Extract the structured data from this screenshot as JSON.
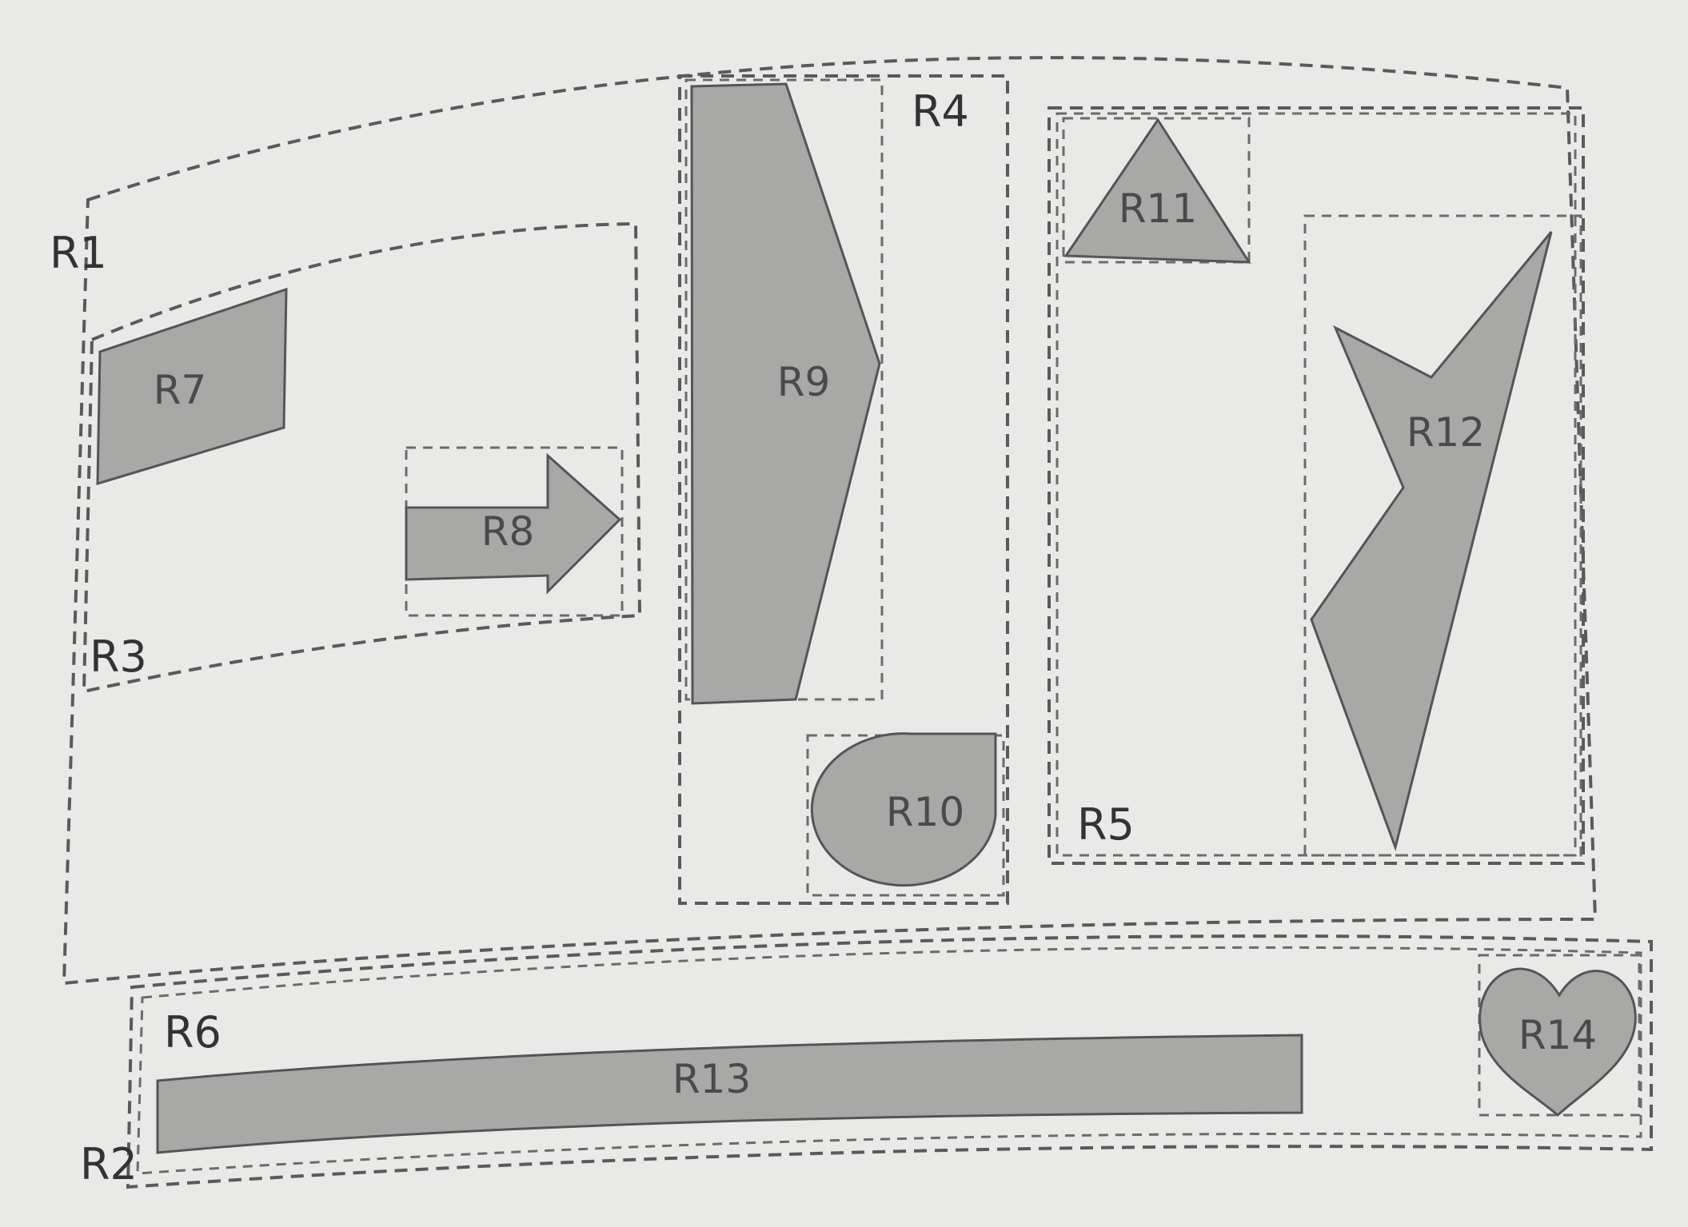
{
  "diagram": {
    "labels": {
      "r1": "R1",
      "r2": "R2",
      "r3": "R3",
      "r4": "R4",
      "r5": "R5",
      "r6": "R6",
      "r7": "R7",
      "r8": "R8",
      "r9": "R9",
      "r10": "R10",
      "r11": "R11",
      "r12": "R12",
      "r13": "R13",
      "r14": "R14"
    }
  }
}
